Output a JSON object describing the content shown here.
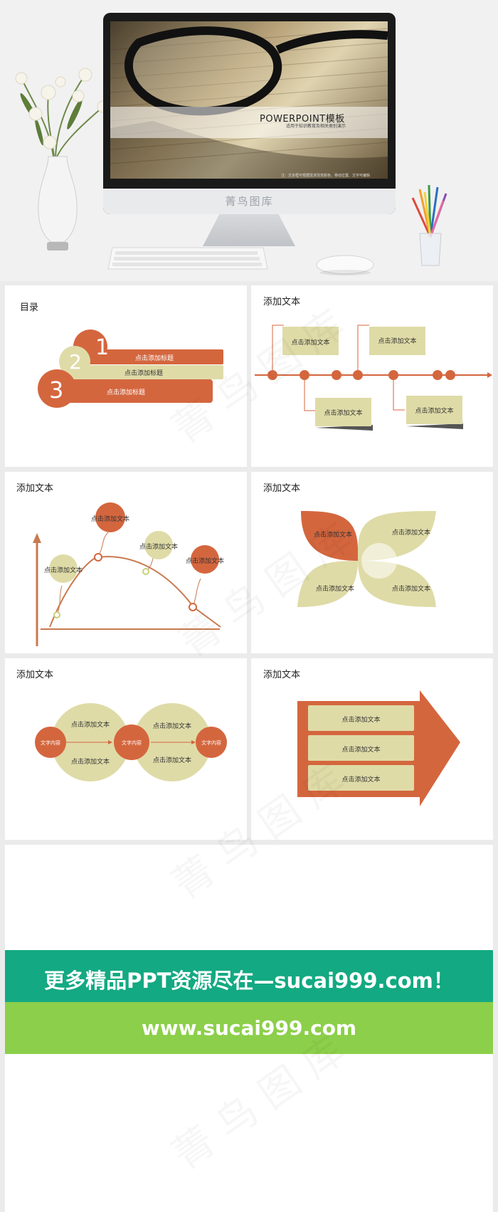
{
  "hero": {
    "brand": "菁鸟图库",
    "slide_title": "POWERPOINT模板",
    "slide_subtitle": "适用于知识教育及相关类别演示",
    "slide_note": "注：文本框可根据需求改变颜色、移动位置、文字可编辑"
  },
  "panels": {
    "toc": {
      "title": "目录",
      "items": [
        {
          "num": "1",
          "label": "点击添加标题"
        },
        {
          "num": "2",
          "label": "点击添加标题"
        },
        {
          "num": "3",
          "label": "点击添加标题"
        }
      ]
    },
    "timeline": {
      "title": "添加文本",
      "items": [
        "点击添加文本",
        "点击添加文本",
        "点击添加文本",
        "点击添加文本"
      ]
    },
    "curve": {
      "title": "添加文本",
      "items": [
        "点击添加文本",
        "点击添加文本",
        "点击添加文本",
        "点击添加文本"
      ]
    },
    "petals": {
      "title": "添加文本",
      "items": [
        "点击添加文本",
        "点击添加文本",
        "点击添加文本",
        "点击添加文本"
      ]
    },
    "circles": {
      "title": "添加文本",
      "small": [
        "文字内容",
        "文字内容",
        "文字内容"
      ],
      "texts": [
        "点击添加文本",
        "点击添加文本",
        "点击添加文本",
        "点击添加文本"
      ]
    },
    "arrow": {
      "title": "添加文本",
      "items": [
        "点击添加文本",
        "点击添加文本",
        "点击添加文本"
      ]
    }
  },
  "promo": {
    "line1": "更多精品PPT资源尽在—sucai999.com！",
    "line2": "www.sucai999.com"
  },
  "watermark": "菁鸟图库",
  "colors": {
    "accent": "#d4663e",
    "khaki": "#dfdba7",
    "teal": "#13a982",
    "green": "#8ccf4a"
  }
}
